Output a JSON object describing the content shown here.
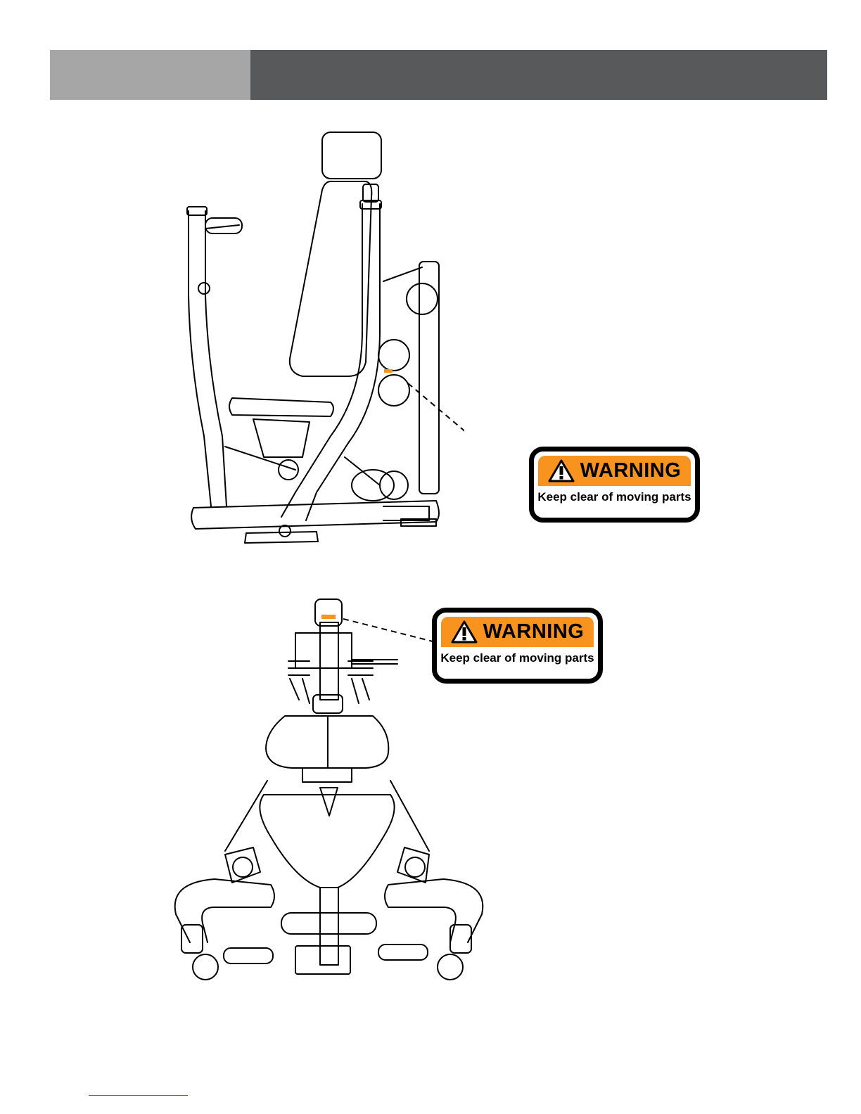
{
  "header": {
    "left_color": "#a6a6a7",
    "right_color": "#58595b"
  },
  "warning_label_1": {
    "heading": "WARNING",
    "message": "Keep clear of moving parts",
    "icon": "warning-triangle-icon",
    "accent": "#f7931e"
  },
  "warning_label_2": {
    "heading": "WARNING",
    "message": "Keep clear of moving parts",
    "icon": "warning-triangle-icon",
    "accent": "#f7931e"
  },
  "footer": {
    "link_color": "#3d5bbf"
  }
}
